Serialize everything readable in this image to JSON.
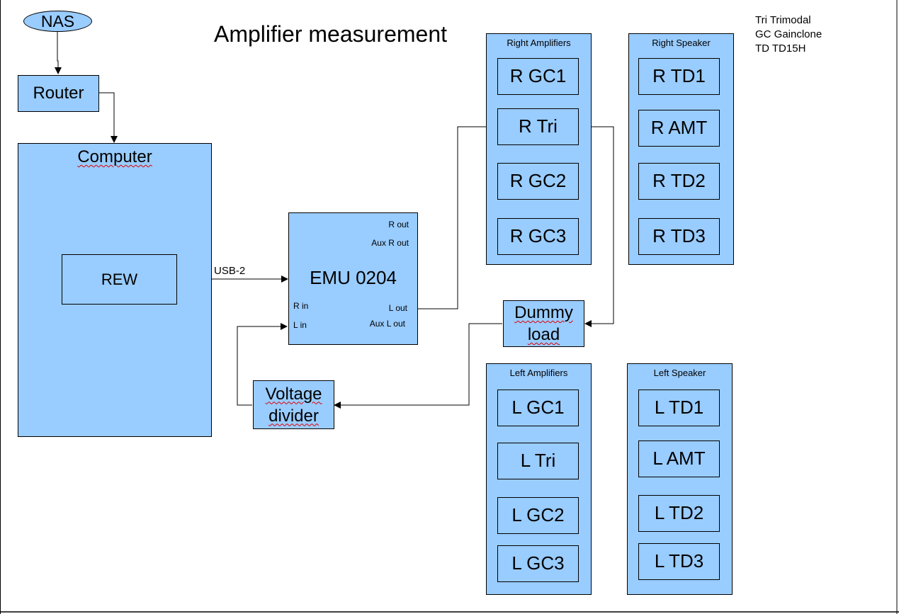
{
  "title": "Amplifier measurement",
  "legend": [
    "Tri Trimodal",
    "GC Gainclone",
    "TD TD15H"
  ],
  "nodes": {
    "nas": "NAS",
    "router": "Router",
    "computer": "Computer",
    "rew": "REW",
    "usb_label": "USB-2",
    "emu": "EMU 0204",
    "emu_r_out": "R out",
    "emu_aux_r_out": "Aux R out",
    "emu_r_in": "R in",
    "emu_l_in": "L in",
    "emu_l_out": "L out",
    "emu_aux_l_out": "Aux L out",
    "dummy_load": "Dummy load",
    "voltage_divider": "Voltage divider"
  },
  "right_amplifiers": {
    "title": "Right Amplifiers",
    "items": [
      "R GC1",
      "R Tri",
      "R GC2",
      "R GC3"
    ]
  },
  "right_speaker": {
    "title": "Right Speaker",
    "items": [
      "R TD1",
      "R AMT",
      "R TD2",
      "R TD3"
    ]
  },
  "left_amplifiers": {
    "title": "Left Amplifiers",
    "items": [
      "L GC1",
      "L Tri",
      "L GC2",
      "L GC3"
    ]
  },
  "left_speaker": {
    "title": "Left Speaker",
    "items": [
      "L TD1",
      "L AMT",
      "L TD2",
      "L TD3"
    ]
  },
  "colors": {
    "box_fill": "#99ccff",
    "border": "#000000",
    "spellcheck": "#e00000"
  }
}
